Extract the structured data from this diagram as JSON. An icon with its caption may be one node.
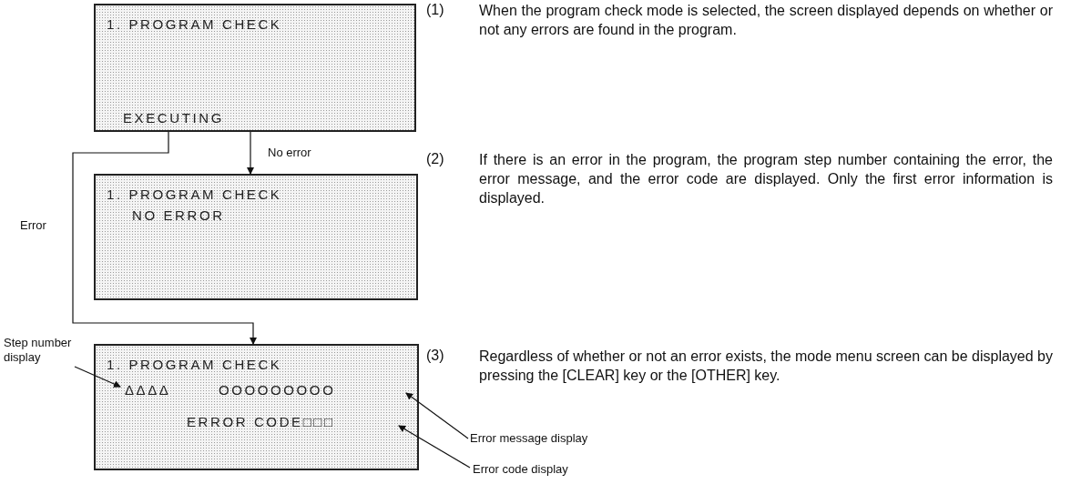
{
  "diagram": {
    "nodes": [
      {
        "text": [
          "1. PROGRAM CHECK",
          "EXECUTING"
        ]
      },
      {
        "text": [
          "1. PROGRAM CHECK",
          "NO ERROR"
        ]
      },
      {
        "text": [
          "1. PROGRAM CHECK",
          "ΔΔΔΔ",
          "OOOOOOOOO",
          "ERROR CODE□□□"
        ]
      },
      {
        "text": [
          "Step number display"
        ]
      },
      {
        "text": [
          "Error message display"
        ]
      },
      {
        "text": [
          "Error code display"
        ]
      }
    ],
    "edges": [
      {
        "from": 0,
        "to": 1,
        "arrow": "to",
        "label": "No error"
      },
      {
        "from": 0,
        "to": 2,
        "arrow": "to",
        "label": "Error"
      },
      {
        "from": 3,
        "to": 2,
        "arrow": "to"
      },
      {
        "from": 4,
        "to": 2,
        "arrow": "to"
      },
      {
        "from": 5,
        "to": 2,
        "arrow": "to"
      }
    ],
    "labels": [
      "(1)",
      "When the program check mode is selected, the screen displayed depends on whether or not any errors are found in the program.",
      "(2)",
      "If there is an error in the program, the program step number containing the error, the error message, and the error code are displayed. Only the first error information is displayed.",
      "(3)",
      "Regardless of whether or not an error exists, the mode menu screen can be displayed by pressing the [CLEAR] key or the [OTHER] key."
    ]
  }
}
